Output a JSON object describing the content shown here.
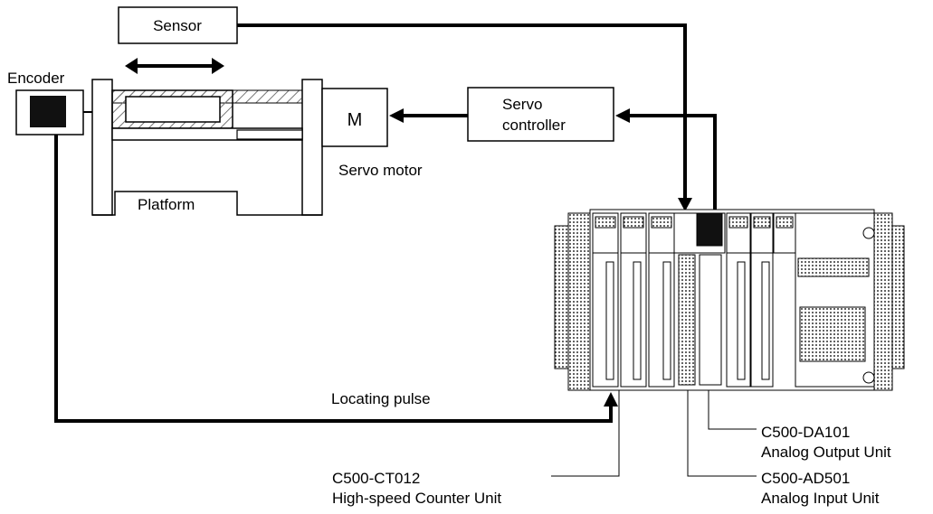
{
  "labels": {
    "sensor": "Sensor",
    "encoder": "Encoder",
    "motor_symbol": "M",
    "servo_motor": "Servo motor",
    "servo_controller_1": "Servo",
    "servo_controller_2": "controller",
    "platform": "Platform",
    "locating_pulse": "Locating pulse",
    "ct012_model": "C500-CT012",
    "ct012_name": "High-speed Counter Unit",
    "da101_model": "C500-DA101",
    "da101_name": "Analog Output Unit",
    "ad501_model": "C500-AD501",
    "ad501_name": "Analog Input Unit"
  }
}
